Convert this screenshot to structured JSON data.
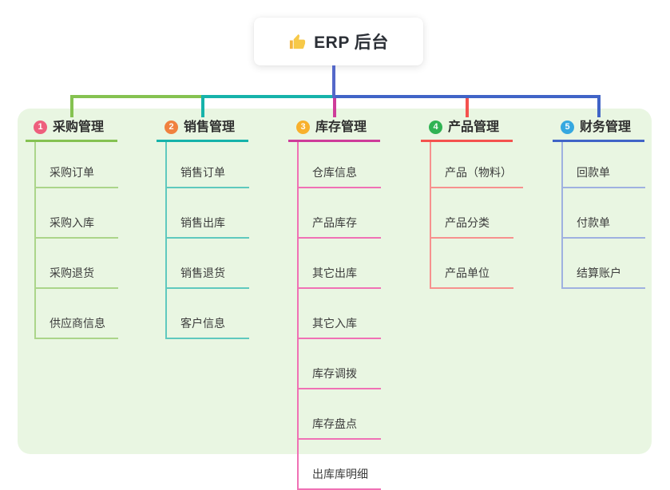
{
  "root": {
    "icon": "thumbs-up",
    "label": "ERP 后台"
  },
  "colors": {
    "canvas_bg": "#ffffff",
    "panel_bg": "#e9f6e2",
    "root_connector": "#5468c9",
    "text_dark": "#2e2e2e",
    "thumb_yellow": "#f4b63f"
  },
  "branches": [
    {
      "num": "1",
      "title": "采购管理",
      "badge_color": "#ee5f7d",
      "line_color": "#85c251",
      "child_line_color": "#abd58a",
      "children": [
        "采购订单",
        "采购入库",
        "采购退货",
        "供应商信息"
      ]
    },
    {
      "num": "2",
      "title": "销售管理",
      "badge_color": "#f0813f",
      "line_color": "#16b3aa",
      "child_line_color": "#5fc9be",
      "children": [
        "销售订单",
        "销售出库",
        "销售退货",
        "客户信息"
      ]
    },
    {
      "num": "3",
      "title": "库存管理",
      "badge_color": "#f8b02c",
      "line_color": "#ce3c9a",
      "child_line_color": "#f071b5",
      "children": [
        "仓库信息",
        "产品库存",
        "其它出库",
        "其它入库",
        "库存调拨",
        "库存盘点",
        "出库库明细"
      ]
    },
    {
      "num": "4",
      "title": "产品管理",
      "badge_color": "#30b353",
      "line_color": "#f4524e",
      "child_line_color": "#f7918e",
      "children": [
        "产品（物料）",
        "产品分类",
        "产品单位"
      ]
    },
    {
      "num": "5",
      "title": "财务管理",
      "badge_color": "#35a8e0",
      "line_color": "#4064c7",
      "child_line_color": "#9fb1e0",
      "children": [
        "回款单",
        "付款单",
        "结算账户"
      ]
    }
  ]
}
